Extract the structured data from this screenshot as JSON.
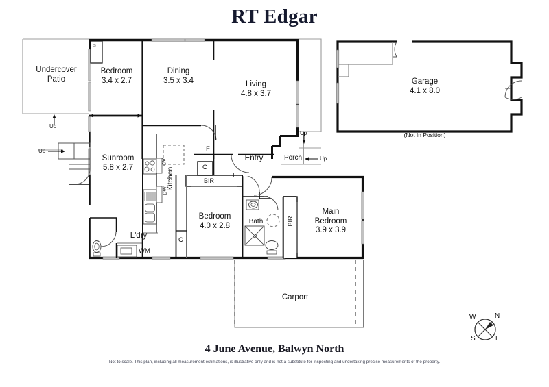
{
  "brand": {
    "name": "RT Edgar"
  },
  "footer": {
    "address": "4 June Avenue, Balwyn North",
    "disclaimer": "Not to scale. This plan, including all measurement estimations, is illustrative only and is not a substitute for inspecting and undertaking precise measurements of the property."
  },
  "rooms": [
    {
      "key": "undercover_patio",
      "name": "Undercover\nPatio",
      "dimensions": ""
    },
    {
      "key": "bedroom2",
      "name": "Bedroom",
      "dimensions": "3.4 x 2.7"
    },
    {
      "key": "dining",
      "name": "Dining",
      "dimensions": "3.5 x 3.4"
    },
    {
      "key": "living",
      "name": "Living",
      "dimensions": "4.8 x 3.7"
    },
    {
      "key": "sunroom",
      "name": "Sunroom",
      "dimensions": "5.8 x 2.7"
    },
    {
      "key": "kitchen",
      "name": "Kitchen",
      "dimensions": ""
    },
    {
      "key": "laundry",
      "name": "L'dry",
      "dimensions": ""
    },
    {
      "key": "entry",
      "name": "Entry",
      "dimensions": ""
    },
    {
      "key": "porch",
      "name": "Porch",
      "dimensions": ""
    },
    {
      "key": "bedroom3",
      "name": "Bedroom",
      "dimensions": "4.0 x 2.8"
    },
    {
      "key": "bath",
      "name": "Bath",
      "dimensions": ""
    },
    {
      "key": "main_bedroom",
      "name": "Main\nBedroom",
      "dimensions": "3.9 x 3.9"
    },
    {
      "key": "garage",
      "name": "Garage",
      "dimensions": "4.1 x 8.0"
    },
    {
      "key": "carport",
      "name": "Carport",
      "dimensions": ""
    }
  ],
  "labels": {
    "undercover_patio_line1": "Undercover",
    "undercover_patio_line2": "Patio",
    "bedroom2_name": "Bedroom",
    "bedroom2_dim": "3.4 x 2.7",
    "dining_name": "Dining",
    "dining_dim": "3.5 x 3.4",
    "living_name": "Living",
    "living_dim": "4.8 x 3.7",
    "sunroom_name": "Sunroom",
    "sunroom_dim": "5.8 x 2.7",
    "kitchen_name": "Kitchen",
    "laundry_name": "L'dry",
    "entry_name": "Entry",
    "porch_name": "Porch",
    "bedroom3_name": "Bedroom",
    "bedroom3_dim": "4.0 x 2.8",
    "bath_name": "Bath",
    "main_bedroom_line1": "Main",
    "main_bedroom_line2": "Bedroom",
    "main_bedroom_dim": "3.9 x 3.9",
    "garage_name": "Garage",
    "garage_dim": "4.1 x 8.0",
    "garage_note": "(Not In Position)",
    "carport_name": "Carport"
  },
  "fixtures": {
    "store_s": "S",
    "fridge": "F",
    "cupboard_c1": "C",
    "cupboard_c2": "C",
    "built_in_robe_1": "BIR",
    "built_in_robe_2": "BIR",
    "oven": "OV",
    "dishwasher": "DW",
    "washing_machine": "WM"
  },
  "stairs": {
    "up_patio": "Up",
    "up_sunroom": "Up",
    "up_porch_top": "Up",
    "up_porch_right": "Up"
  },
  "compass": {
    "north": "N",
    "south": "S",
    "east": "E",
    "west": "W"
  },
  "colors": {
    "brand_navy": "#15192e",
    "wall_black": "#111111",
    "wall_light": "#9a9a9a",
    "window_gray": "#b8b8b8",
    "dashed_gray": "#666666",
    "text_dark": "#111111"
  }
}
